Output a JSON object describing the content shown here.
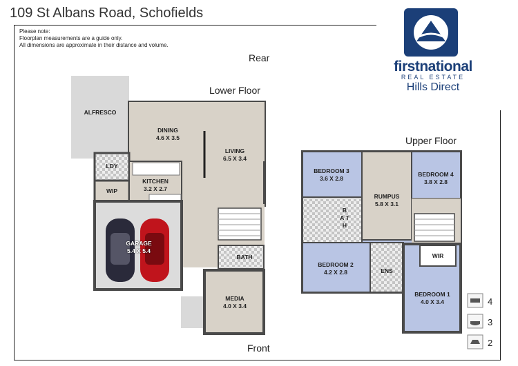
{
  "title": "109 St Albans Road, Schofields",
  "note": {
    "line1": "Please note:",
    "line2": "Floorplan measurements are a guide only.",
    "line3": "All dimensions are approximate in their distance and volume."
  },
  "labels": {
    "rear": "Rear",
    "front": "Front",
    "lower_floor": "Lower Floor",
    "upper_floor": "Upper Floor"
  },
  "logo": {
    "brand": "firstnational",
    "sub": "REAL ESTATE",
    "office": "Hills Direct",
    "color": "#1b3f78"
  },
  "rooms": {
    "alfresco": "ALFRESCO",
    "dining_name": "DINING",
    "dining_size": "4.6 X 3.5",
    "living_name": "LIVING",
    "living_size": "6.5 X 3.4",
    "ldy": "LDY",
    "wip_lower": "WIP",
    "kitchen_name": "KITCHEN",
    "kitchen_size": "3.2 X 2.7",
    "garage_name": "GARAGE",
    "garage_size": "5.4 X 5.4",
    "bath_lower": "BATH",
    "media_name": "MEDIA",
    "media_size": "4.0 X 3.4",
    "bed3_name": "BEDROOM 3",
    "bed3_size": "3.6 X 2.8",
    "rumpus_name": "RUMPUS",
    "rumpus_size": "5.8 X 3.1",
    "bed4_name": "BEDROOM 4",
    "bed4_size": "3.8 X 2.8",
    "bath_upper": "B A T H",
    "bed2_name": "BEDROOM 2",
    "bed2_size": "4.2 X 2.8",
    "ens": "ENS",
    "wir": "WIR",
    "bed1_name": "BEDROOM 1",
    "bed1_size": "4.0 X 3.4"
  },
  "stats": {
    "bedrooms": "4",
    "bathrooms": "3",
    "garage": "2",
    "bed_icon": "bed-icon",
    "bath_icon": "bath-icon",
    "car_icon": "car-icon"
  },
  "colors": {
    "floor": "#d8d2c8",
    "upper_room": "#b9c5e4",
    "wall": "#4a4a4a",
    "tile": "#cfcfcf",
    "alfresco": "#d9d9d9",
    "car": "#c0141c"
  }
}
